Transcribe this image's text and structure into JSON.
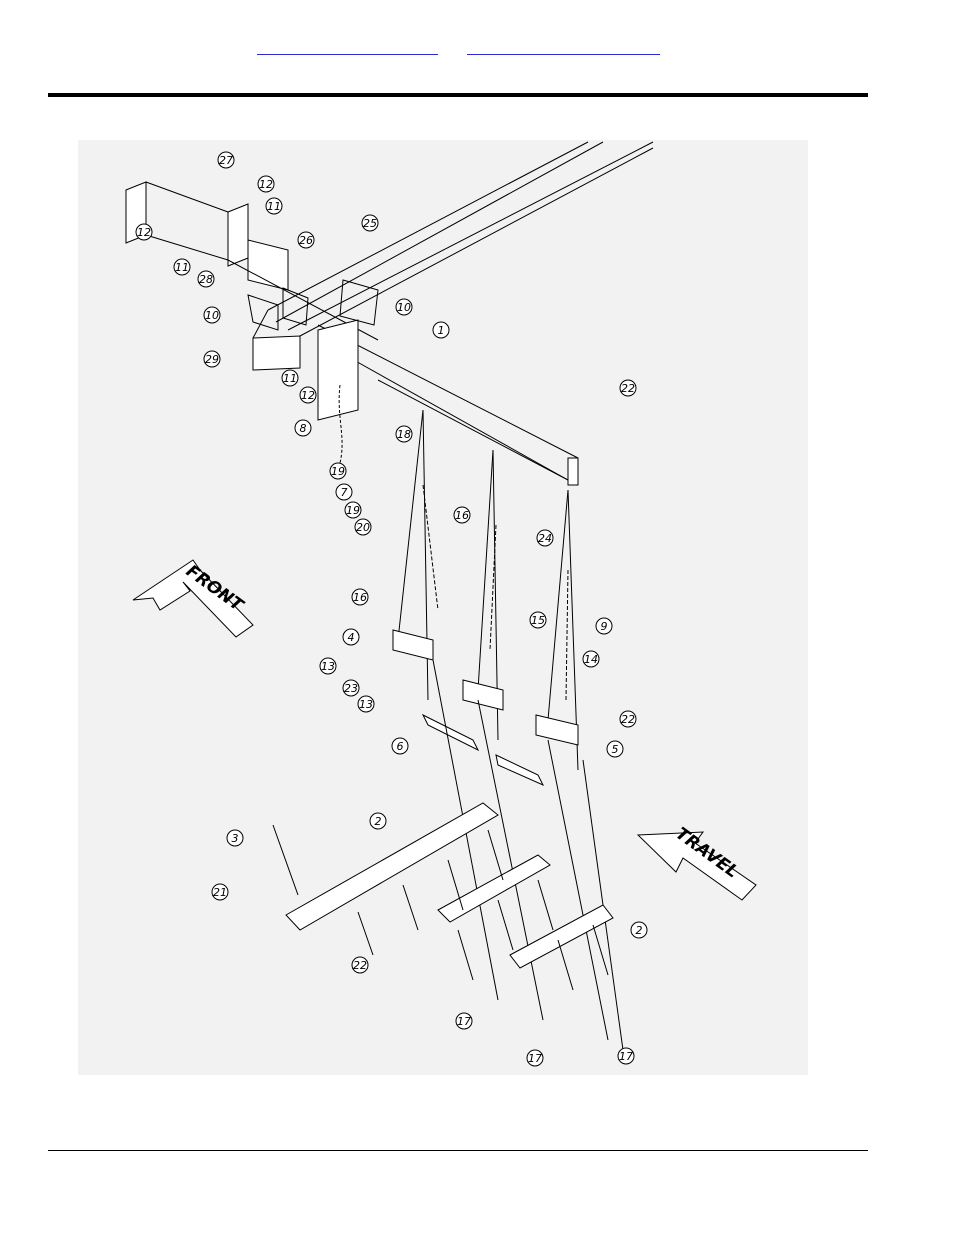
{
  "header": {
    "link1_text": "",
    "link2_text": ""
  },
  "diagram": {
    "direction_labels": {
      "front": "FRONT",
      "travel": "TRAVEL"
    },
    "callouts": [
      {
        "n": "27"
      },
      {
        "n": "12"
      },
      {
        "n": "11"
      },
      {
        "n": "12"
      },
      {
        "n": "11"
      },
      {
        "n": "28"
      },
      {
        "n": "26"
      },
      {
        "n": "25"
      },
      {
        "n": "10"
      },
      {
        "n": "10"
      },
      {
        "n": "29"
      },
      {
        "n": "1"
      },
      {
        "n": "11"
      },
      {
        "n": "12"
      },
      {
        "n": "22"
      },
      {
        "n": "8"
      },
      {
        "n": "18"
      },
      {
        "n": "19"
      },
      {
        "n": "7"
      },
      {
        "n": "19"
      },
      {
        "n": "20"
      },
      {
        "n": "16"
      },
      {
        "n": "24"
      },
      {
        "n": "16"
      },
      {
        "n": "9"
      },
      {
        "n": "15"
      },
      {
        "n": "4"
      },
      {
        "n": "13"
      },
      {
        "n": "14"
      },
      {
        "n": "23"
      },
      {
        "n": "22"
      },
      {
        "n": "13"
      },
      {
        "n": "5"
      },
      {
        "n": "6"
      },
      {
        "n": "2"
      },
      {
        "n": "3"
      },
      {
        "n": "21"
      },
      {
        "n": "2"
      },
      {
        "n": "22"
      },
      {
        "n": "17"
      },
      {
        "n": "17"
      },
      {
        "n": "17"
      }
    ]
  },
  "colors": {
    "rule": "#000000",
    "link": "#2a2ad6",
    "drawing_bg": "#f2f2f2"
  }
}
